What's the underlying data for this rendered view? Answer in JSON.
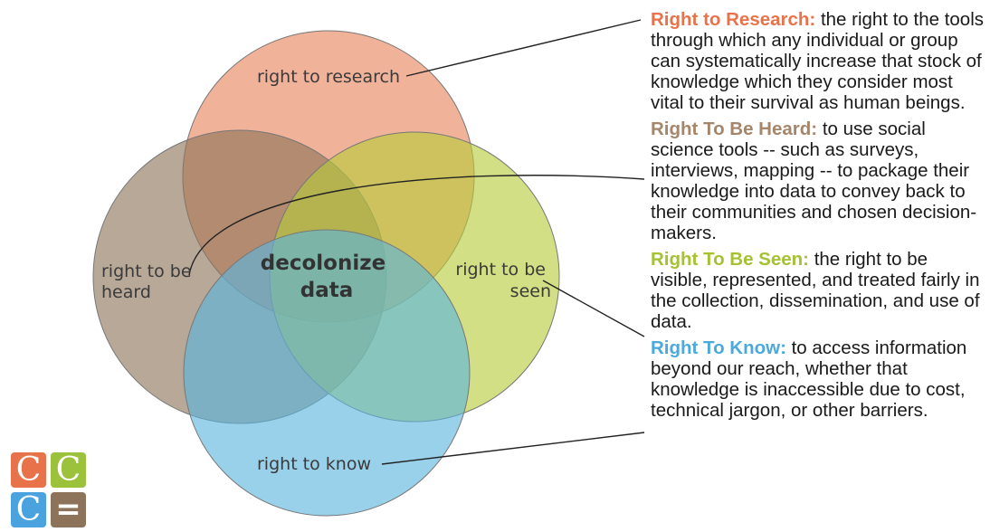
{
  "diagram": {
    "circles": [
      {
        "id": "research",
        "label_lines": [
          "right to research"
        ],
        "fill": "#e8825c"
      },
      {
        "id": "heard",
        "label_lines": [
          "right to be",
          "heard"
        ],
        "fill": "#8d7359"
      },
      {
        "id": "seen",
        "label_lines": [
          "right to be",
          "seen"
        ],
        "fill": "#b7cc3a"
      },
      {
        "id": "know",
        "label_lines": [
          "right to know"
        ],
        "fill": "#5bb5df"
      }
    ],
    "center_label_lines": [
      "decolonize",
      "data"
    ]
  },
  "definitions": [
    {
      "term": "Right to Research:",
      "text": " the right to the tools through which any individual or group can systematically increase that stock of knowledge which they consider most vital to their survival as human beings.",
      "color": "#e8734a"
    },
    {
      "term": "Right To Be Heard:",
      "text": " to use social science tools -- such as surveys, interviews, mapping -- to package their knowledge into data to convey back to their communities and chosen decision-makers.",
      "color": "#a6866a"
    },
    {
      "term": "Right To Be Seen:",
      "text": " the right to be visible, represented, and treated fairly in the collection, dissemination, and use of data.",
      "color": "#a4c232"
    },
    {
      "term": "Right To Know:",
      "text": " to access information beyond our reach, whether that knowledge is inaccessible due to cost, technical jargon, or other barriers.",
      "color": "#4ba9dc"
    }
  ],
  "logo": {
    "tiles": [
      {
        "char": "C",
        "color": "#e8734a"
      },
      {
        "char": "C",
        "color": "#9cc23b"
      },
      {
        "char": "C",
        "color": "#4aa3df"
      },
      {
        "char": "=",
        "color": "#8d7359"
      }
    ]
  }
}
